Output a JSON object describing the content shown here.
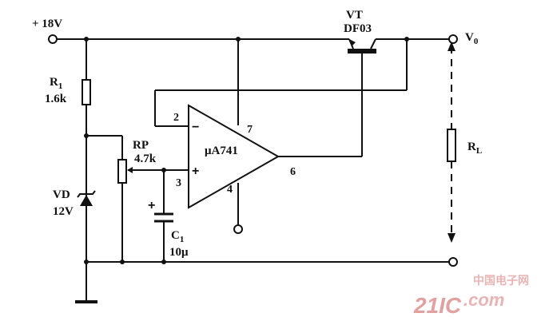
{
  "supply": {
    "label": "+ 18V"
  },
  "output": {
    "vo": "V",
    "vo_sub": "0",
    "rl": "R",
    "rl_sub": "L"
  },
  "transistor": {
    "name": "VT",
    "model": "DF03"
  },
  "r1": {
    "name": "R",
    "sub": "1",
    "value": "1.6k"
  },
  "rp": {
    "name": "RP",
    "value": "4.7k"
  },
  "vd": {
    "name": "VD",
    "value": "12V"
  },
  "c1": {
    "name": "C",
    "sub": "1",
    "value": "10μ"
  },
  "opamp": {
    "name": "μA741",
    "pin_inv": "2",
    "pin_noninv": "3",
    "pin_vcc": "7",
    "pin_gnd": "4",
    "pin_out": "6",
    "sign_minus": "−",
    "sign_plus": "+"
  },
  "cap_polarity": "+",
  "watermark": {
    "brand": "21IC",
    "site": "中国电子网",
    "domain": ".com"
  }
}
